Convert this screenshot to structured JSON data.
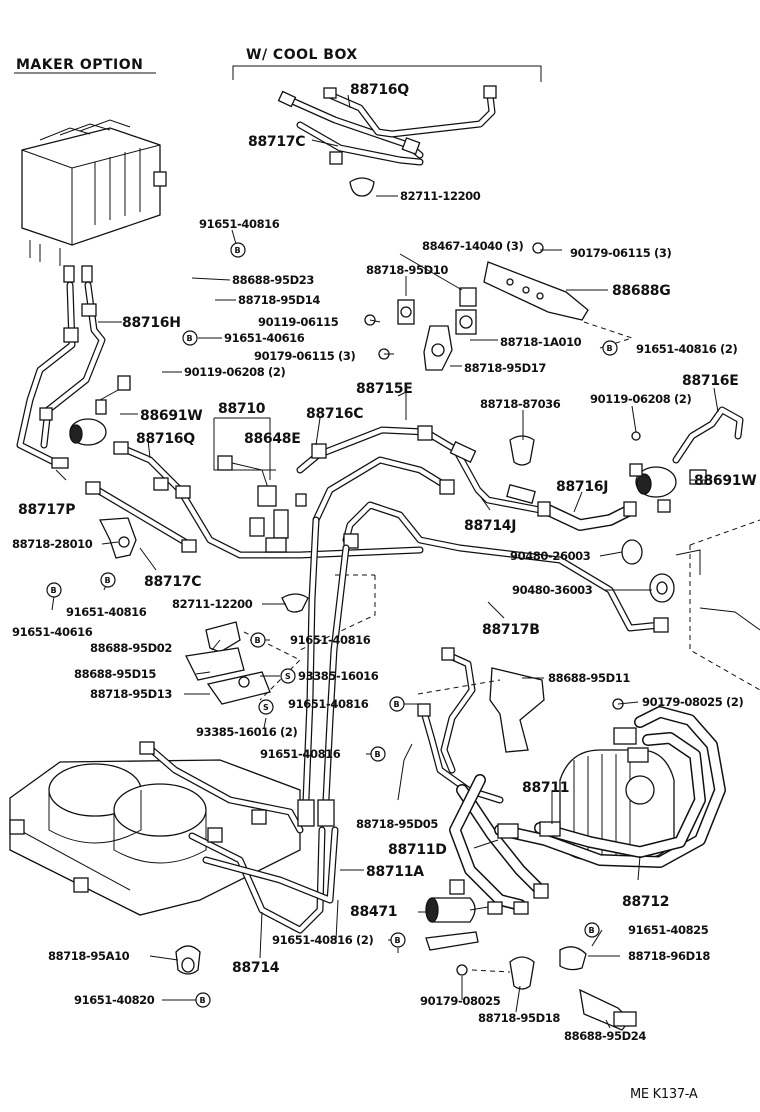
{
  "headers": {
    "maker_option": "MAKER OPTION",
    "cool_box": "W/ COOL BOX"
  },
  "figure_code": "ME  K137-A",
  "marks": {
    "b": "B",
    "s": "S"
  },
  "parts": {
    "p88716Q_top": "88716Q",
    "p88717C_top": "88717C",
    "p82711_12200_top": "82711-12200",
    "p91651_40816_a": "91651-40816",
    "p88688_95D23": "88688-95D23",
    "p88718_95D14": "88718-95D14",
    "p88716H": "88716H",
    "p91651_40616_a": "91651-40616",
    "p90119_06208_a": "90119-06208 (2)",
    "p88691W_left": "88691W",
    "p88710": "88710",
    "p88648E": "88648E",
    "p88716C": "88716C",
    "p88716Q_mid": "88716Q",
    "p88717P": "88717P",
    "p88718_28010": "88718-28010",
    "p88717C_mid": "88717C",
    "p91651_40816_b": "91651-40816",
    "p91651_40616_b": "91651-40616",
    "p88467_14040": "88467-14040 (3)",
    "p90179_06115_a": "90179-06115 (3)",
    "p88718_95D10": "88718-95D10",
    "p88688G": "88688G",
    "p90119_06115": "90119-06115",
    "p88718_1A010": "88718-1A010",
    "p91651_40816_c": "91651-40816 (2)",
    "p90179_06115_b": "90179-06115 (3)",
    "p88718_95D17": "88718-95D17",
    "p88715E": "88715E",
    "p88718_87036": "88718-87036",
    "p90119_06208_b": "90119-06208 (2)",
    "p88716E": "88716E",
    "p88691W_right": "88691W",
    "p88716J": "88716J",
    "p88714J": "88714J",
    "p90480_26003": "90480-26003",
    "p90480_36003": "90480-36003",
    "p88717B": "88717B",
    "p82711_12200_mid": "82711-12200",
    "p88688_95D02": "88688-95D02",
    "p91651_40816_d": "91651-40816",
    "p88688_95D15": "88688-95D15",
    "p93385_16016_a": "93385-16016",
    "p88718_95D13": "88718-95D13",
    "p91651_40816_e": "91651-40816",
    "p93385_16016_b": "93385-16016 (2)",
    "p88688_95D11": "88688-95D11",
    "p90179_08025_a": "90179-08025 (2)",
    "p91651_40816_f": "91651-40816",
    "p88718_95D05": "88718-95D05",
    "p88711": "88711",
    "p88711D": "88711D",
    "p88711A": "88711A",
    "p88712": "88712",
    "p88471": "88471",
    "p88718_95A10": "88718-95A10",
    "p88714": "88714",
    "p91651_40816_g": "91651-40816 (2)",
    "p91651_40825": "91651-40825",
    "p88718_96D18": "88718-96D18",
    "p91651_40820": "91651-40820",
    "p90179_08025_b": "90179-08025",
    "p88718_95D18": "88718-95D18",
    "p88688_95D24": "88688-95D24"
  }
}
